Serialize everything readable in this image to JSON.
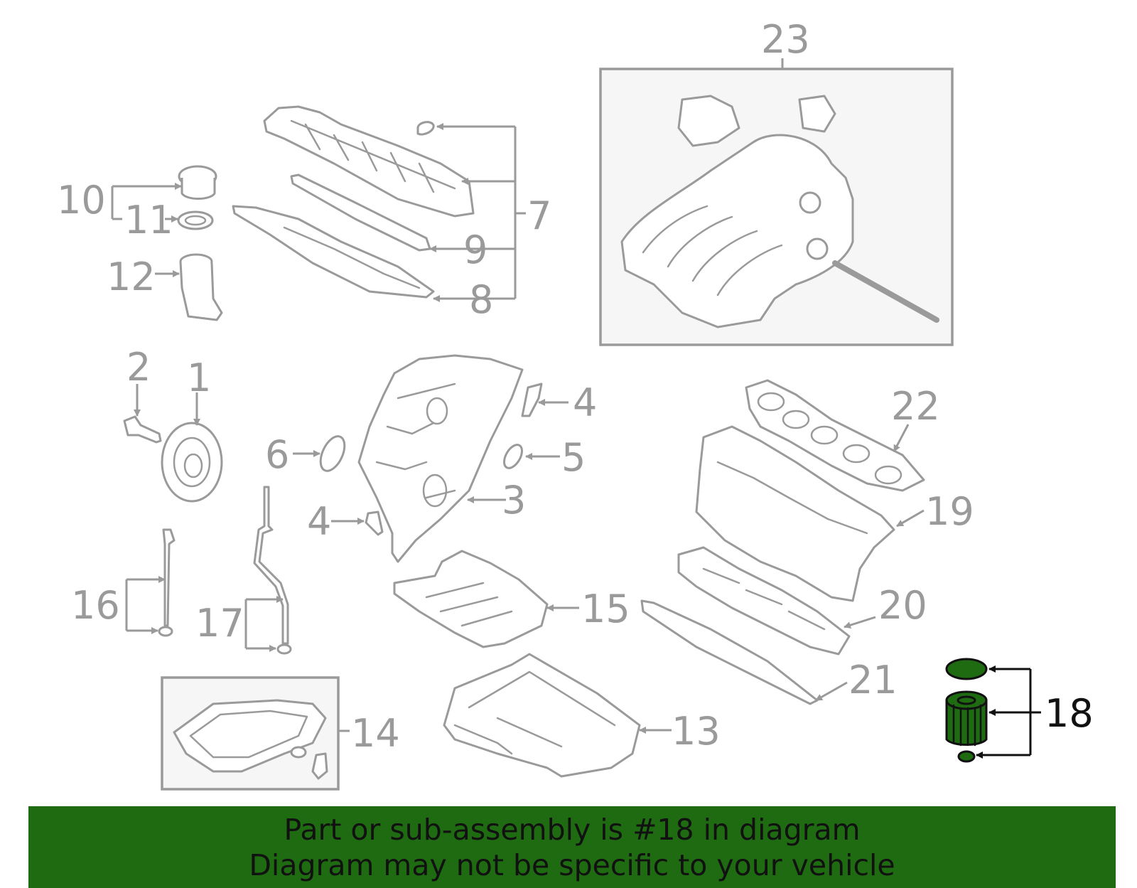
{
  "callouts": {
    "c1": "1",
    "c2": "2",
    "c3": "3",
    "c4a": "4",
    "c4b": "4",
    "c5": "5",
    "c6": "6",
    "c7": "7",
    "c8": "8",
    "c9": "9",
    "c10": "10",
    "c11": "11",
    "c12": "12",
    "c13": "13",
    "c14": "14",
    "c15": "15",
    "c16": "16",
    "c17": "17",
    "c18": "18",
    "c19": "19",
    "c20": "20",
    "c21": "21",
    "c22": "22",
    "c23": "23"
  },
  "highlighted_part": "18",
  "colors": {
    "highlight_fill": "#1e6b12",
    "banner_background": "#1f6b12",
    "line_gray": "#9a9a9a"
  },
  "banner": {
    "line1": "Part or sub-assembly is #18 in diagram",
    "line2": "Diagram may not be specific to your vehicle"
  }
}
